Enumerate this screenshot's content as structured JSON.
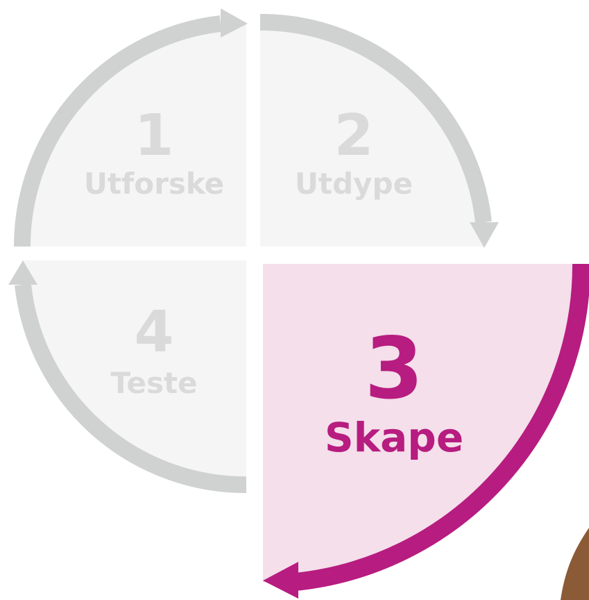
{
  "colors": {
    "inactive_fill": "#f5f5f5",
    "inactive_arc": "#d0d2d1",
    "inactive_text": "#dadada",
    "active_fill": "#f4dfea",
    "active_arc": "#b71c80",
    "active_text": "#b71c80",
    "decoration_brown": "#8b5a36"
  },
  "steps": [
    {
      "number": "1",
      "label": "Utforske",
      "active": false
    },
    {
      "number": "2",
      "label": "Utdype",
      "active": false
    },
    {
      "number": "3",
      "label": "Skape",
      "active": true
    },
    {
      "number": "4",
      "label": "Teste",
      "active": false
    }
  ]
}
